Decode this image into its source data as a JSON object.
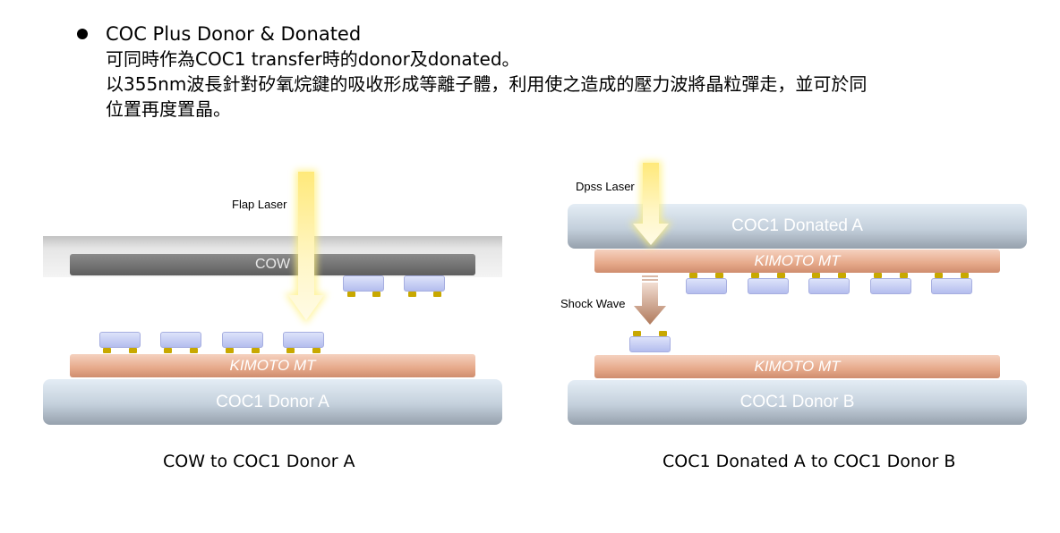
{
  "header": {
    "title": "COC Plus Donor & Donated",
    "line1": "可同時作為COC1 transfer時的donor及donated。",
    "line2": "以355nm波長針對矽氧烷鍵的吸收形成等離子體，利用使之造成的壓力波將晶粒彈走，並可於同",
    "line3": "位置再度置晶。"
  },
  "left_panel": {
    "laser_label": "Flap Laser",
    "cow_label": "COW",
    "kimoto_label": "KIMOTO MT",
    "donor_label": "COC1 Donor A",
    "caption": "COW to COC1 Donor A"
  },
  "right_panel": {
    "laser_label": "Dpss Laser",
    "donated_label": "COC1 Donated A",
    "kimoto_top_label": "KIMOTO MT",
    "shock_label": "Shock Wave",
    "kimoto_bottom_label": "KIMOTO MT",
    "donor_label": "COC1 Donor B",
    "caption": "COC1 Donated A to COC1 Donor B"
  },
  "colors": {
    "laser": "#fff2a0",
    "kimoto": "#e6a98a",
    "donor": "#c4d0dc",
    "chip": "#b4bdee",
    "pad": "#c8a800"
  }
}
